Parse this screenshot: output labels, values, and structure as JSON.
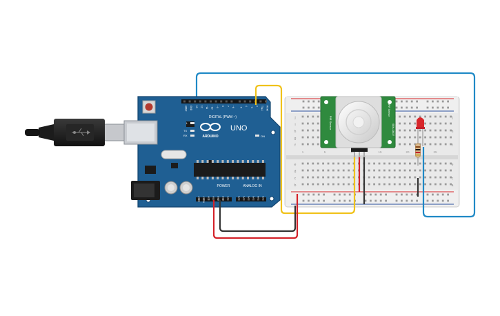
{
  "board": {
    "logo_text": "ARDUINO",
    "model": "UNO",
    "digital_header": "DIGITAL (PWM ~)",
    "power_header": "POWER",
    "analog_header": "ANALOG IN",
    "on_label": "ON",
    "led_labels": [
      "L",
      "TX",
      "RX"
    ],
    "digital_pins": [
      "AREF",
      "GND",
      "13",
      "12",
      "~11",
      "~10",
      "~9",
      "8",
      "7",
      "~6",
      "~5",
      "4",
      "~3",
      "2",
      "TX▸1",
      "RX◂0"
    ],
    "power_pins": [
      "IOREF",
      "RESET",
      "3.3V",
      "5V",
      "GND",
      "GND",
      "Vin"
    ],
    "analog_pins": [
      "A0",
      "A1",
      "A2",
      "A3",
      "A4",
      "A5"
    ]
  },
  "sensor": {
    "left_label": "PIR Sensor",
    "right_label_1": "PIR Sensor",
    "right_label_2": "SEN-13837"
  },
  "breadboard": {
    "row_letters_top": [
      "j",
      "i",
      "h",
      "g",
      "f"
    ],
    "row_letters_bottom": [
      "e",
      "d",
      "c",
      "b",
      "a"
    ],
    "col_numbers": [
      "1",
      "5",
      "10",
      "15",
      "20",
      "25",
      "30"
    ]
  },
  "colors": {
    "board": "#1f5f93",
    "board_edge": "#14456f",
    "wire_blue": "#1f89c6",
    "wire_yellow": "#f0c21a",
    "wire_red": "#d4222a",
    "wire_black": "#333333",
    "sensor": "#2f8a3e",
    "led": "#d8262a",
    "breadboard": "#e9e9e9"
  }
}
